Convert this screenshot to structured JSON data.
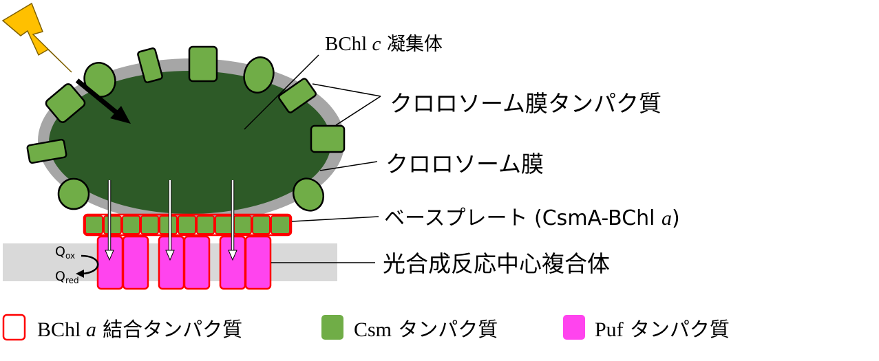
{
  "labels": {
    "aggregate_prefix": "BChl ",
    "aggregate_italic": "c",
    "aggregate_suffix": " 凝集体",
    "chlorosome_membrane_proteins": "クロロソーム膜タンパク質",
    "chlorosome_membrane": "クロロソーム膜",
    "baseplate_prefix": "ベースプレート (CsmA-BChl ",
    "baseplate_italic": "a",
    "baseplate_suffix": ")",
    "reaction_center": "光合成反応中心複合体",
    "q_ox_main": "Q",
    "q_ox_sub": "ox",
    "q_red_main": "Q",
    "q_red_sub": "red"
  },
  "legend": {
    "bchl_a_prefix": "BChl ",
    "bchl_a_italic": "a",
    "bchl_a_suffix": " 結合タンパク質",
    "csm_prefix": "Csm",
    "csm_suffix": " タンパク質",
    "puf_prefix": "Puf",
    "puf_suffix": " タンパク質"
  },
  "colors": {
    "aggregate": "#2d5a27",
    "membrane": "#a6a6a6",
    "csm_protein": "#70ad47",
    "puf_protein": "#ff44ee",
    "bchl_a_outline": "#ff0000",
    "reaction_center_band": "#d9d9d9",
    "lightning": "#ffc000"
  },
  "icons": {
    "light": "lightning-bolt-icon",
    "arrow": "energy-transfer-arrow"
  }
}
